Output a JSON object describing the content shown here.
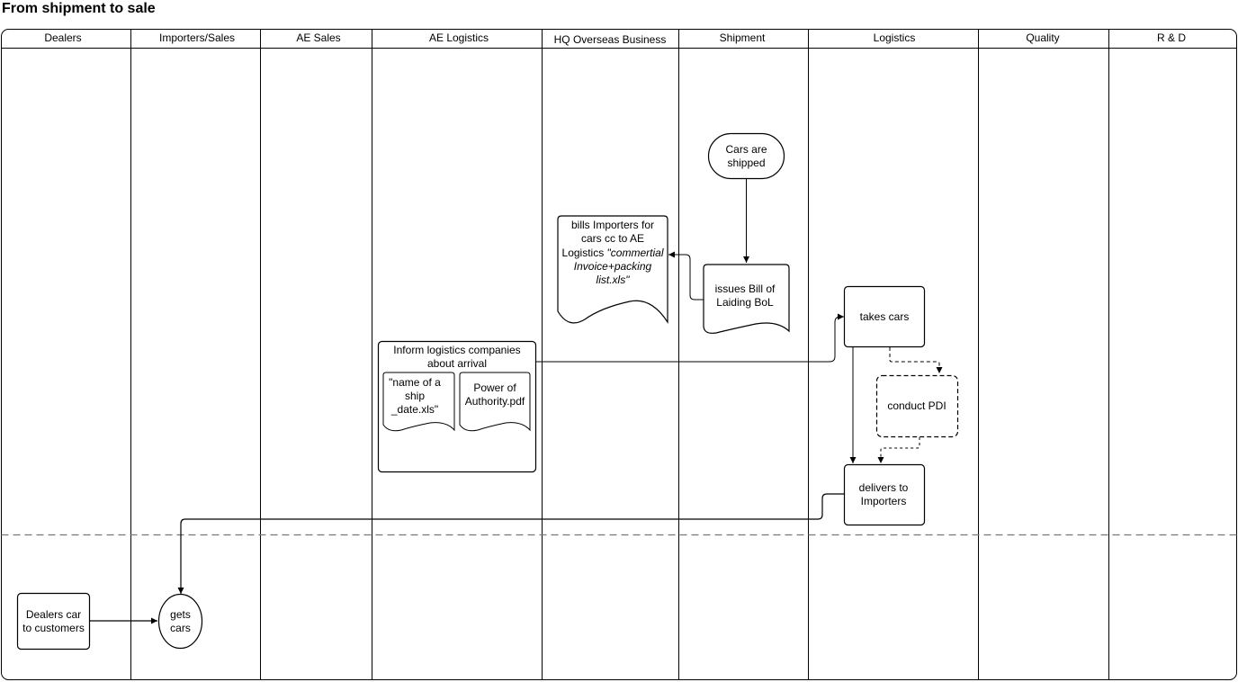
{
  "title": "From shipment to sale",
  "lanes": [
    "Dealers",
    "Importers/Sales",
    "AE Sales",
    "AE Logistics",
    "HQ Overseas Business",
    "Shipment",
    "Logistics",
    "Quality",
    "R & D"
  ],
  "nodes": {
    "cars_shipped": [
      "Cars are",
      "shipped"
    ],
    "issues_bol": [
      "issues Bill of",
      "Laiding BoL"
    ],
    "bills_importers": {
      "line1": "bills Importers for",
      "line2": "cars cc to AE",
      "line3_plain": "Logistics ",
      "line3_italic": "\"commertial",
      "line4": "Invoice+packing",
      "line5": "list.xls\""
    },
    "inform_logistics": [
      "Inform logistics companies",
      "about arrival"
    ],
    "ship_doc": [
      "\"name of a",
      "ship",
      "_date.xls\""
    ],
    "power_doc": [
      "Power of",
      "Authority.pdf"
    ],
    "takes_cars": [
      "takes cars"
    ],
    "conduct_pdi": [
      "conduct PDI"
    ],
    "delivers": [
      "delivers to",
      "Importers"
    ],
    "gets_cars": [
      "gets",
      "cars"
    ],
    "dealers_car": [
      "Dealers car",
      "to customers"
    ]
  },
  "colors": {
    "stroke": "#000000",
    "divider": "#777777"
  }
}
